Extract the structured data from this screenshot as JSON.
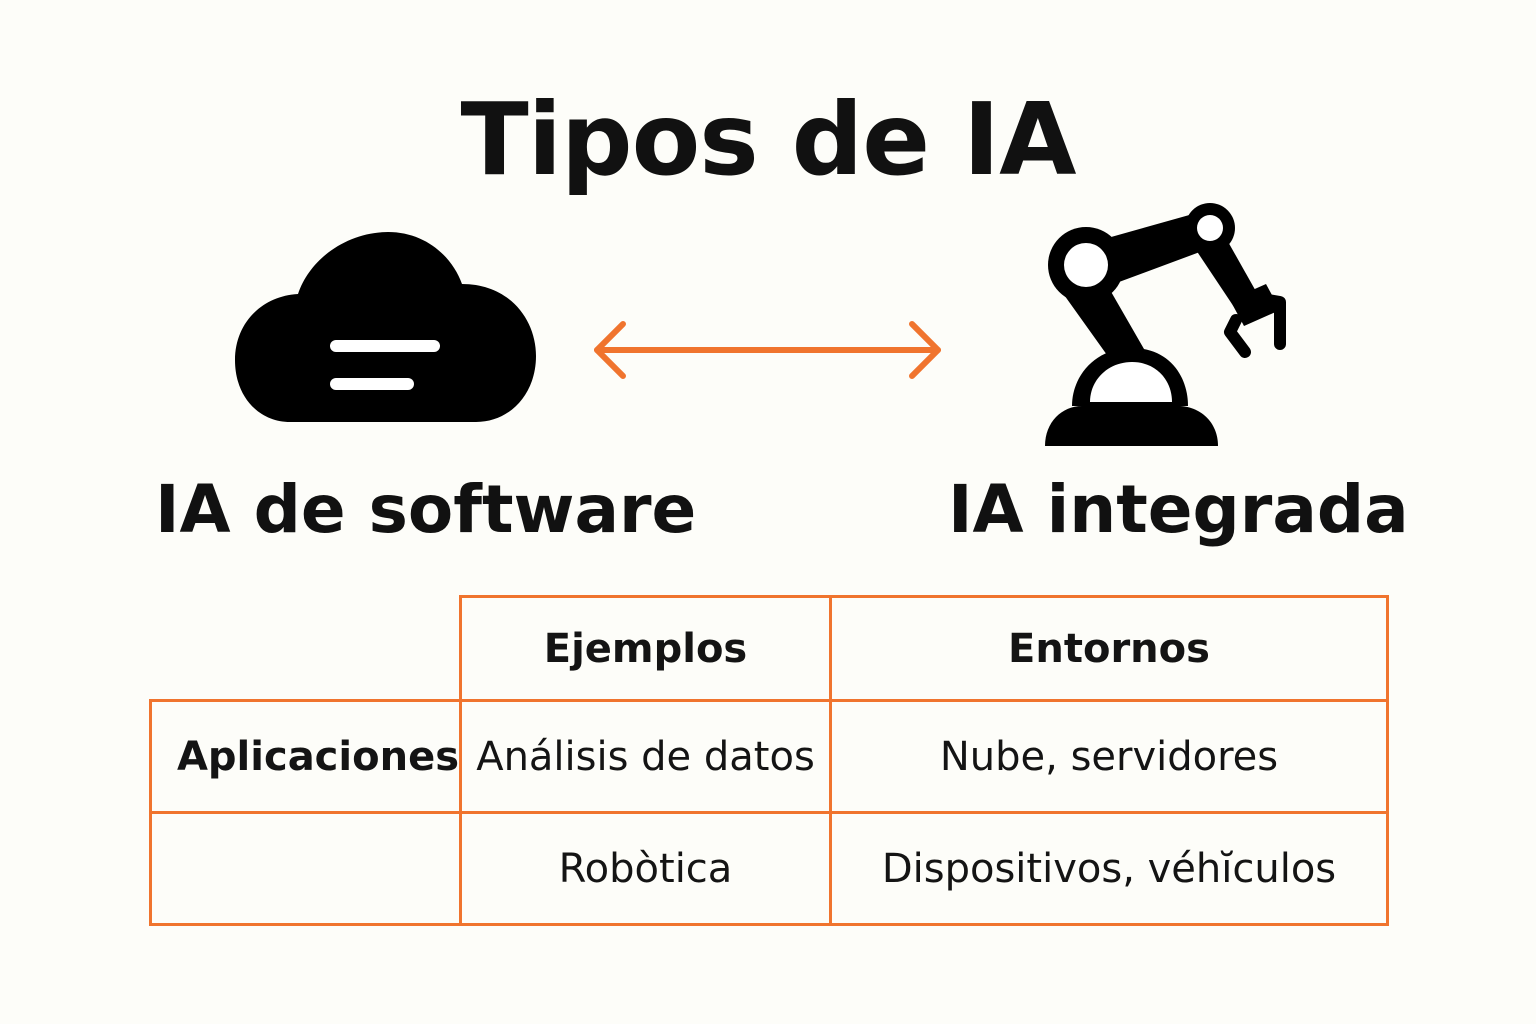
{
  "title": "Tipos de IA",
  "left_label": "IA de software",
  "right_label": "IA integrada",
  "accent_color": "#f0742e",
  "icons": {
    "left": "cloud-icon",
    "center": "double-arrow-icon",
    "right": "robot-arm-icon"
  },
  "table": {
    "headers": [
      "Ejemplos",
      "Entornos"
    ],
    "row_header": "Aplicaciones",
    "rows": [
      [
        "Análisis de datos",
        "Nube, servidores"
      ],
      [
        "Robòtica",
        "Dispositivos, véhĭculos"
      ]
    ]
  }
}
